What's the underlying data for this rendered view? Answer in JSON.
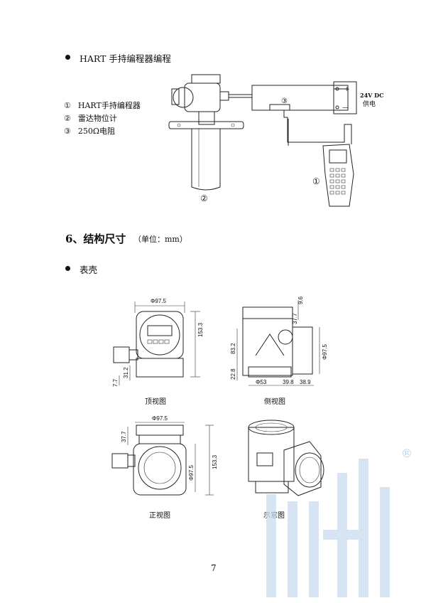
{
  "section_hart": {
    "title": "HART 手持编程器编程",
    "legend": [
      {
        "num": "①",
        "text": "HART手持编程器"
      },
      {
        "num": "②",
        "text": "雷达物位计"
      },
      {
        "num": "③",
        "text": "250Ω电阻"
      }
    ],
    "diagram": {
      "label_resistor": "③",
      "label_gauge": "②",
      "label_programmer": "①",
      "power_label": "24V DC",
      "power_label_cn": "供电",
      "plus_sign": "+",
      "minus_sign": "—"
    }
  },
  "section_dimensions": {
    "title": "6、结构尺寸",
    "unit_note": "（单位：mm）",
    "sub_title": "表壳"
  },
  "views": {
    "top_view": {
      "caption": "顶视图",
      "d_width": "Φ97.5",
      "d_height": "153.3",
      "d_a": "31.2",
      "d_b": "7.7"
    },
    "side_view": {
      "caption": "侧视图",
      "d_top1": "9.6",
      "d_top2": "37.7",
      "d_left1": "83.2",
      "d_left2": "22.8",
      "d_right": "Φ97.5",
      "d_bot1": "Φ53",
      "d_bot2": "39.8",
      "d_bot3": "38.9"
    },
    "front_view": {
      "caption": "正视图",
      "d_width": "Φ97.5",
      "d_left": "37.7",
      "d_mid": "Φ97.5",
      "d_height": "153.3"
    },
    "perspective_view": {
      "caption": "示意图"
    }
  },
  "watermark": {
    "registered": "®"
  },
  "page_number": "7"
}
